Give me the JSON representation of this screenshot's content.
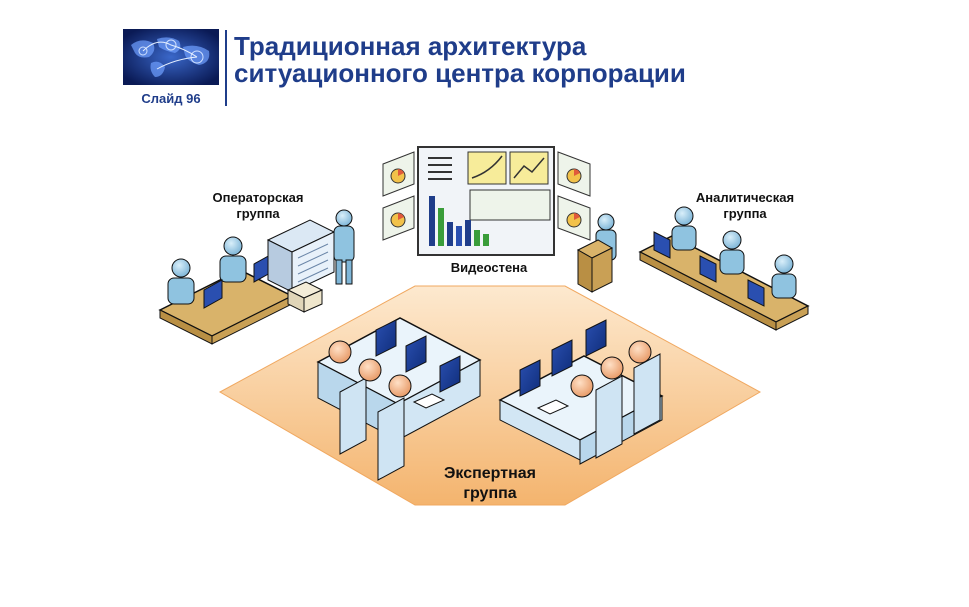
{
  "header": {
    "slide_label": "Слайд 96",
    "title_line1": "Традиционная архитектура",
    "title_line2": "ситуационного центра корпорации",
    "logo_icon": "world-map-icon"
  },
  "groups": {
    "operator": {
      "line1": "Операторская",
      "line2": "группа"
    },
    "analytic": {
      "line1": "Аналитическая",
      "line2": "группа"
    },
    "videowall": {
      "label": "Видеостена"
    },
    "expert": {
      "line1": "Экспертная",
      "line2": "группа"
    }
  },
  "colors": {
    "title": "#1f3d8a",
    "platform": "#f6c48a",
    "desk": "#d9b36a",
    "person": "#8fc3e0",
    "head_expert": "#f1b58b"
  }
}
